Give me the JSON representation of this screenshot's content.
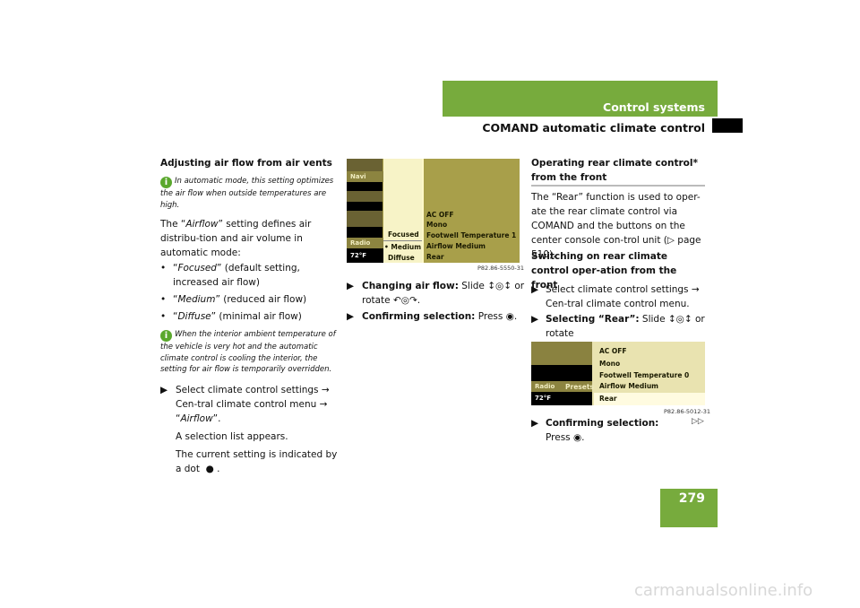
{
  "header": {
    "section": "Control systems",
    "subsection": "COMAND automatic climate control",
    "page_number": "279"
  },
  "col1": {
    "heading": "Adjusting air flow from air vents",
    "note1": "In automatic mode, this setting optimizes the air flow when outside temperatures are high.",
    "para1_a": "The “",
    "para1_em": "Airflow",
    "para1_b": "” setting defines air distribu-tion and air volume in automatic mode:",
    "bullets": [
      {
        "em": "Focused",
        "rest": "” (default setting, increased air flow)"
      },
      {
        "em": "Medium",
        "rest": "” (reduced air flow)"
      },
      {
        "em": "Diffuse",
        "rest": "” (minimal air flow)"
      }
    ],
    "note2": "When the interior ambient temperature of the vehicle is very hot and the automatic climate control is cooling the interior, the setting for air flow is temporarily overridden.",
    "step1_a": "Select climate control settings → Cen-tral climate control menu → “",
    "step1_em": "Airflow",
    "step1_b": "”.",
    "step1_l2": "A selection list appears.",
    "step1_l3": "The current setting is indicated by a dot"
  },
  "col2": {
    "screen": {
      "navi": "Navi",
      "menu_items": [
        "Focused",
        "• Medium",
        "Diffuse"
      ],
      "radio": "Radio",
      "temp": "72°F",
      "right_items": [
        "AC OFF",
        "Mono",
        "Footwell Temperature  1",
        "Airflow Medium",
        "Rear"
      ],
      "code": "P82.86-5550-31"
    },
    "step1_label": "Changing air flow:",
    "step1_text": "Slide",
    "step1_or": "or rotate",
    "step2_label": "Confirming selection:",
    "step2_text": "Press"
  },
  "col3": {
    "heading": "Operating rear climate control* from the front",
    "para1": "The “Rear” function is used to oper-ate the rear climate control via COMAND and the buttons on the center console con-trol unit (▷ page 510).",
    "subheading": "Switching on rear climate control oper-ation from the front",
    "step1": "Select climate control settings → Cen-tral climate control menu.",
    "step2_label": "Selecting “Rear”:",
    "step2_text": "Slide",
    "step2_or": "or rotate",
    "screen": {
      "right_items": [
        "AC OFF",
        "Mono",
        "Footwell Temperature  0",
        "Airflow Medium",
        "Rear"
      ],
      "bar": [
        "Radio",
        "Presets"
      ],
      "temp": "72°F",
      "code": "P82.86-5012-31"
    },
    "step3_label": "Confirming selection:",
    "step3_text": "Press",
    "continue": "▷▷"
  },
  "watermark": "carmanualsonline.info",
  "colors": {
    "accent_green": "#77ab3d",
    "screen_olive": "#a89f4a",
    "menu_cream": "#f7f3c7"
  }
}
